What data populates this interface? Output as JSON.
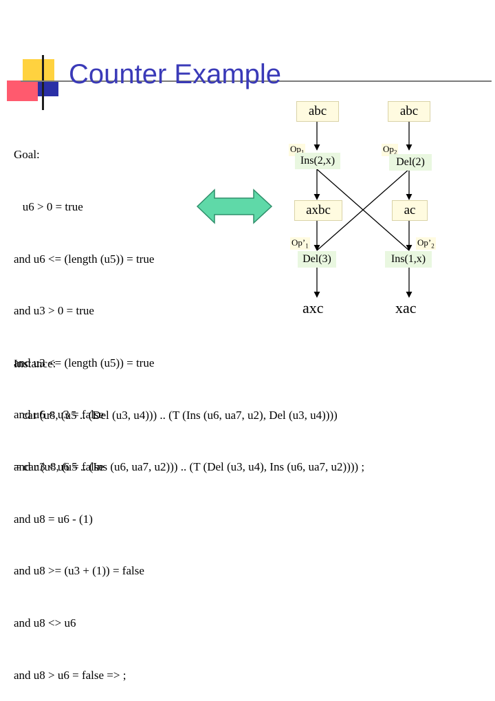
{
  "slide": {
    "title": "Counter Example",
    "goal_lines": [
      "Goal:",
      "   u6 > 0 = true",
      "and u6 <= (length (u5)) = true",
      "and u3 > 0 = true",
      "and u3 <= (length (u5)) = true",
      "and u6 < u3 = false",
      "and u3 < u6 = false",
      "and u8 = u6 - (1)",
      "and u8 >= (u3 + (1)) = false",
      "and u8 <> u6",
      "and u8 > u6 = false => ;"
    ],
    "instance_lines": [
      "Instance:",
      "   car (u8, (u5 .. (Del (u3, u4))) .. (T (Ins (u6, ua7, u2), Del (u3, u4))))",
      "= car (u8, (u5 .. (Ins (u6, ua7, u2))) .. (T (Del (u3, u4), Ins (u6, ua7, u2)))) ;"
    ]
  },
  "diagram": {
    "left": {
      "top_state": "abc",
      "op_label_base": "Op",
      "op_label_sub": "1",
      "op": "Ins(2,x)",
      "mid_state": "axbc",
      "op2_label_base": "Op’",
      "op2_label_sub": "1",
      "op2": "Del(3)",
      "bottom_state": "axc"
    },
    "right": {
      "top_state": "abc",
      "op_label_base": "Op",
      "op_label_sub": "2",
      "op": "Del(2)",
      "mid_state": "ac",
      "op2_label_base": "Op’",
      "op2_label_sub": "2",
      "op2": "Ins(1,x)",
      "bottom_state": "xac"
    }
  },
  "colors": {
    "title": "#3a3ab8",
    "arrow_fill": "#5fd9a8",
    "state_box": "#fffbe0",
    "op_box": "#e9f7e0"
  }
}
